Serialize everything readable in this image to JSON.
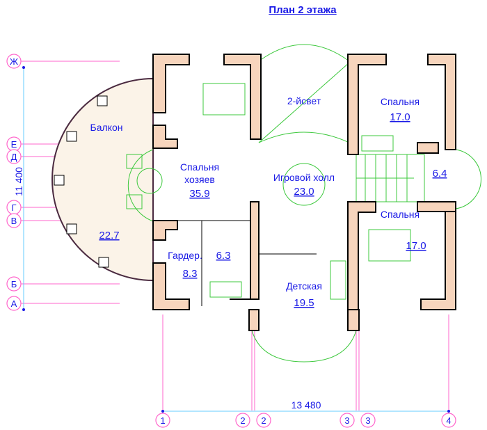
{
  "title": "План 2 этажа",
  "rooms": {
    "balcony": {
      "name": "Балкон",
      "area": "22.7"
    },
    "second_light": {
      "name": "2-йсвет"
    },
    "master_bedroom": {
      "name1": "Спальня",
      "name2": "хозяев",
      "area": "35.9"
    },
    "play_hall": {
      "name": "Игровой холл",
      "area": "23.0"
    },
    "bedroom_top": {
      "name": "Спальня",
      "area": "17.0"
    },
    "stair_hall": {
      "area": "6.4"
    },
    "bedroom_bottom": {
      "name": "Спальня",
      "area": "17.0"
    },
    "wardrobe": {
      "name": "Гардер.",
      "area": "8.3"
    },
    "bathroom": {
      "area": "6.3"
    },
    "kids_room": {
      "name": "Детская",
      "area": "19.5"
    }
  },
  "dimensions": {
    "vertical": "11 400",
    "horizontal": "13 480"
  },
  "axes_rows": [
    "Ж",
    "Е",
    "Д",
    "Г",
    "В",
    "Б",
    "А"
  ],
  "axes_cols": [
    "1",
    "2",
    "2",
    "3",
    "3",
    "4"
  ],
  "colors": {
    "wall": "#f7d5bd",
    "axis": "#ff66cc",
    "text": "#1a1ae6",
    "furniture": "#3cc83c"
  }
}
